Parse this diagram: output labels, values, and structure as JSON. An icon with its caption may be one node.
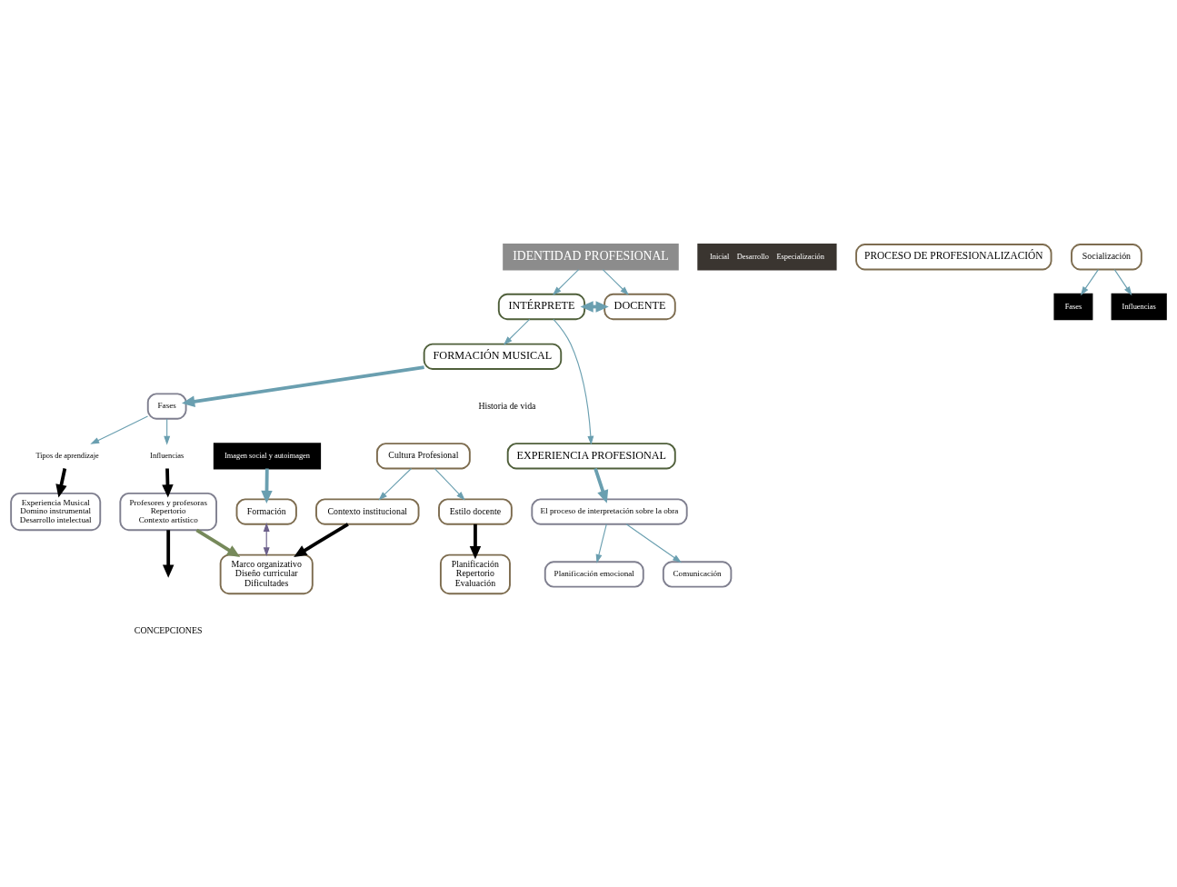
{
  "diagram": {
    "nodes": [
      {
        "text": [
          "IDENTIDAD PROFESIONAL"
        ]
      },
      {
        "text": [
          "INTÉRPRETE"
        ]
      },
      {
        "text": [
          "DOCENTE"
        ]
      },
      {
        "text": [
          "FORMACIÓN MUSICAL"
        ]
      },
      {
        "text": [
          "EXPERIENCIA PROFESIONAL"
        ]
      },
      {
        "text": [
          "Fases"
        ]
      },
      {
        "text": [
          "Inicial",
          "Desarrollo",
          "Especialización"
        ]
      },
      {
        "text": [
          "Tipos de aprendizaje"
        ]
      },
      {
        "text": [
          "Influencias"
        ]
      },
      {
        "text": [
          "Experiencia Musical",
          "Domino instrumental",
          "Desarrollo intelectual"
        ]
      },
      {
        "text": [
          "Profesores y profesoras",
          "Repertorio",
          "Contexto artístico"
        ]
      },
      {
        "text": [
          "El proceso de interpretación sobre la obra"
        ]
      },
      {
        "text": [
          "Planificación emocional"
        ]
      },
      {
        "text": [
          "Comunicación"
        ]
      },
      {
        "text": [
          "PROCESO DE PROFESIONALIZACIÓN"
        ]
      },
      {
        "text": [
          "Socialización"
        ]
      },
      {
        "text": [
          "Cultura Profesional"
        ]
      },
      {
        "text": [
          "Fases"
        ]
      },
      {
        "text": [
          "Influencias"
        ]
      },
      {
        "text": [
          "Imagen social y autoimagen"
        ]
      },
      {
        "text": [
          "Formación"
        ]
      },
      {
        "text": [
          "Contexto institucional"
        ]
      },
      {
        "text": [
          "Estilo docente"
        ]
      },
      {
        "text": [
          "Marco organizativo",
          "Diseño curricular",
          "Dificultades"
        ]
      },
      {
        "text": [
          "Planificación",
          "Repertorio",
          "Evaluación"
        ]
      }
    ],
    "edges": [
      {
        "from": 0,
        "to": 1,
        "arrow": "to"
      },
      {
        "from": 0,
        "to": 2,
        "arrow": "to"
      },
      {
        "from": 1,
        "to": 2,
        "arrow": "both",
        "style": "thick"
      },
      {
        "from": 1,
        "to": 3,
        "arrow": "to"
      },
      {
        "from": 1,
        "to": 4,
        "arrow": "to"
      },
      {
        "from": 3,
        "to": 5,
        "arrow": "to",
        "style": "thick"
      },
      {
        "from": 4,
        "to": 11,
        "arrow": "to",
        "style": "thick"
      },
      {
        "from": 5,
        "to": 7,
        "arrow": "to"
      },
      {
        "from": 5,
        "to": 8,
        "arrow": "to"
      },
      {
        "from": 7,
        "to": 9,
        "arrow": "to",
        "style": "thick",
        "color": "#000000"
      },
      {
        "from": 8,
        "to": 10,
        "arrow": "to",
        "style": "thick",
        "color": "#000000"
      },
      {
        "from": 11,
        "to": 12,
        "arrow": "to"
      },
      {
        "from": 11,
        "to": 13,
        "arrow": "to"
      },
      {
        "from": 10,
        "to": null,
        "arrow": "to",
        "style": "thick",
        "color": "#000000"
      },
      {
        "from": 10,
        "to": 23,
        "arrow": "to",
        "style": "thick",
        "color": "#76895a"
      },
      {
        "from": 15,
        "to": 17,
        "arrow": "to"
      },
      {
        "from": 15,
        "to": 18,
        "arrow": "to"
      },
      {
        "from": 16,
        "to": 21,
        "arrow": "to"
      },
      {
        "from": 16,
        "to": 22,
        "arrow": "to"
      },
      {
        "from": 19,
        "to": 20,
        "arrow": "to",
        "style": "thick"
      },
      {
        "from": 20,
        "to": 23,
        "arrow": "both",
        "color": "#6b5f8a"
      },
      {
        "from": 21,
        "to": 23,
        "arrow": "to",
        "style": "thick",
        "color": "#000000"
      },
      {
        "from": 22,
        "to": 24,
        "arrow": "to",
        "style": "thick",
        "color": "#000000"
      }
    ],
    "labels": [
      "Historia de vida",
      "CONCEPCIONES"
    ]
  }
}
